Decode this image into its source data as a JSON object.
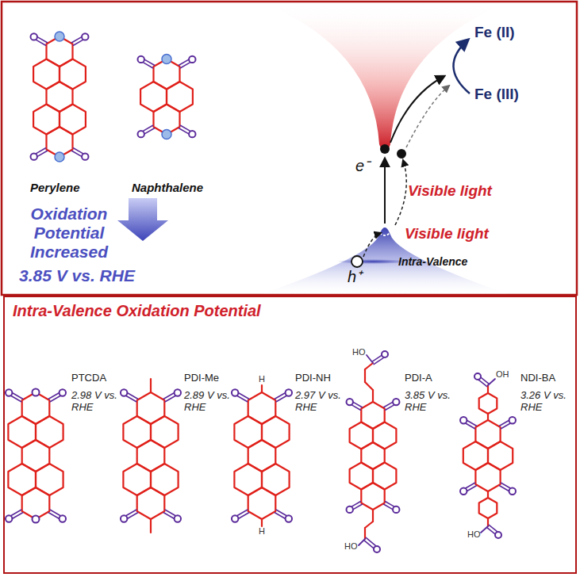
{
  "diagram": {
    "nodes": [
      {
        "text": [
          "Intra-Valence Oxidation Potential"
        ]
      }
    ],
    "labels": [
      "Perylene",
      "Naphthalene",
      "Oxidation Potential Increased",
      "3.85 V vs. RHE",
      "Fe (II)",
      "Fe (III)",
      "e⁻",
      "Visible light",
      "Visible light",
      "h⁺",
      "Intra-Valence",
      "PTCDA",
      "2.98 V vs. RHE",
      "PDI-Me",
      "2.89 V vs. RHE",
      "PDI-NH",
      "H",
      "H",
      "2.97 V vs. RHE",
      "PDI-A",
      "HO",
      "HO",
      "3.85 V vs. RHE",
      "NDI-BA",
      "OH",
      "HO",
      "3.26 V vs. RHE"
    ]
  }
}
